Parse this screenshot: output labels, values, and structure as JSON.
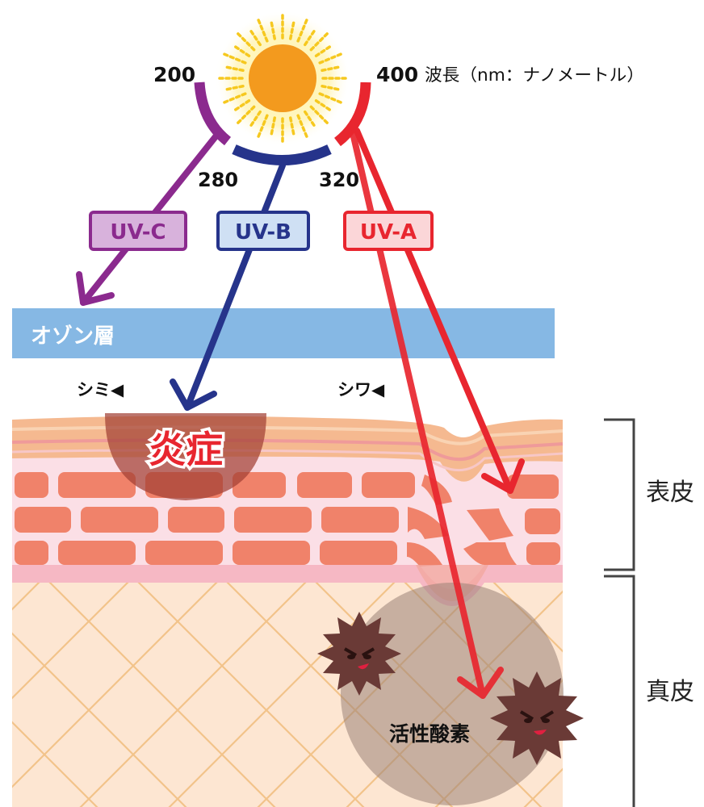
{
  "wavelength": {
    "w200": "200",
    "w280": "280",
    "w320": "320",
    "w400": "400",
    "unit": "波長（nm：ナノメートル）"
  },
  "rays": {
    "uvc": "UV-C",
    "uvb": "UV-B",
    "uva": "UV-A"
  },
  "ozone": "オゾン層",
  "effects": {
    "spot": "シミ◀",
    "wrinkle": "シワ◀",
    "inflammation": "炎症",
    "ros": "活性酸素"
  },
  "layers": {
    "epidermis": "表皮",
    "dermis": "真皮"
  },
  "colors": {
    "uvc": "#8b2a8e",
    "uvb": "#26348b",
    "uva": "#e8262f",
    "ozone": "#86b8e4",
    "sun": "#f39a1e"
  }
}
